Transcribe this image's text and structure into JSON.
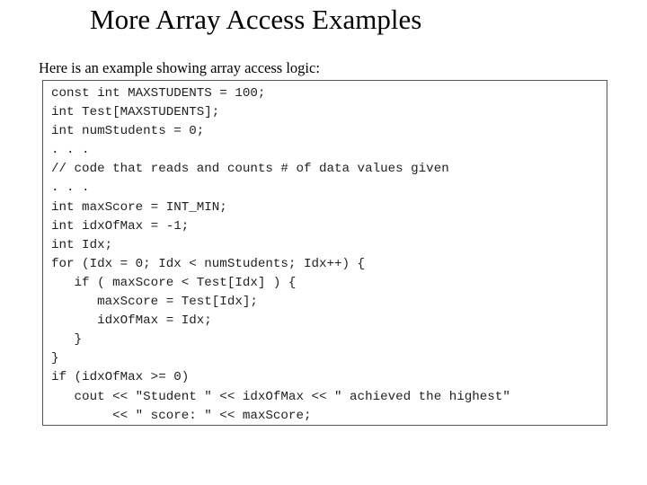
{
  "slide": {
    "title": "More Array Access Examples",
    "intro": "Here is an example showing array access logic:"
  },
  "code": {
    "lines": [
      "const int MAXSTUDENTS = 100;",
      "int Test[MAXSTUDENTS];",
      "int numStudents = 0;",
      ". . .",
      "// code that reads and counts # of data values given",
      ". . .",
      "int maxScore = INT_MIN;",
      "int idxOfMax = -1;",
      "int Idx;",
      "for (Idx = 0; Idx < numStudents; Idx++) {",
      "   if ( maxScore < Test[Idx] ) {",
      "      maxScore = Test[Idx];",
      "      idxOfMax = Idx;",
      "   }",
      "}",
      "if (idxOfMax >= 0)",
      "   cout << \"Student \" << idxOfMax << \" achieved the highest\"",
      "        << \" score: \" << maxScore;"
    ]
  }
}
